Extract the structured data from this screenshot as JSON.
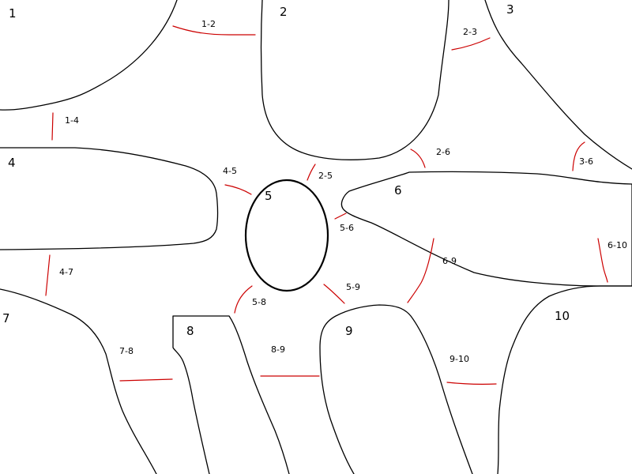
{
  "regions": {
    "r1": "1",
    "r2": "2",
    "r3": "3",
    "r4": "4",
    "r5": "5",
    "r6": "6",
    "r7": "7",
    "r8": "8",
    "r9": "9",
    "r10": "10"
  },
  "connections": {
    "c1_2": "1-2",
    "c2_3": "2-3",
    "c1_4": "1-4",
    "c2_6": "2-6",
    "c3_6": "3-6",
    "c4_5": "4-5",
    "c2_5": "2-5",
    "c5_6": "5-6",
    "c6_10": "6-10",
    "c4_7": "4-7",
    "c6_9": "6-9",
    "c5_8": "5-8",
    "c5_9": "5-9",
    "c7_8": "7-8",
    "c8_9": "8-9",
    "c9_10": "9-10"
  },
  "colors": {
    "outline": "#000000",
    "connector": "#cc0000",
    "background": "#ffffff"
  }
}
